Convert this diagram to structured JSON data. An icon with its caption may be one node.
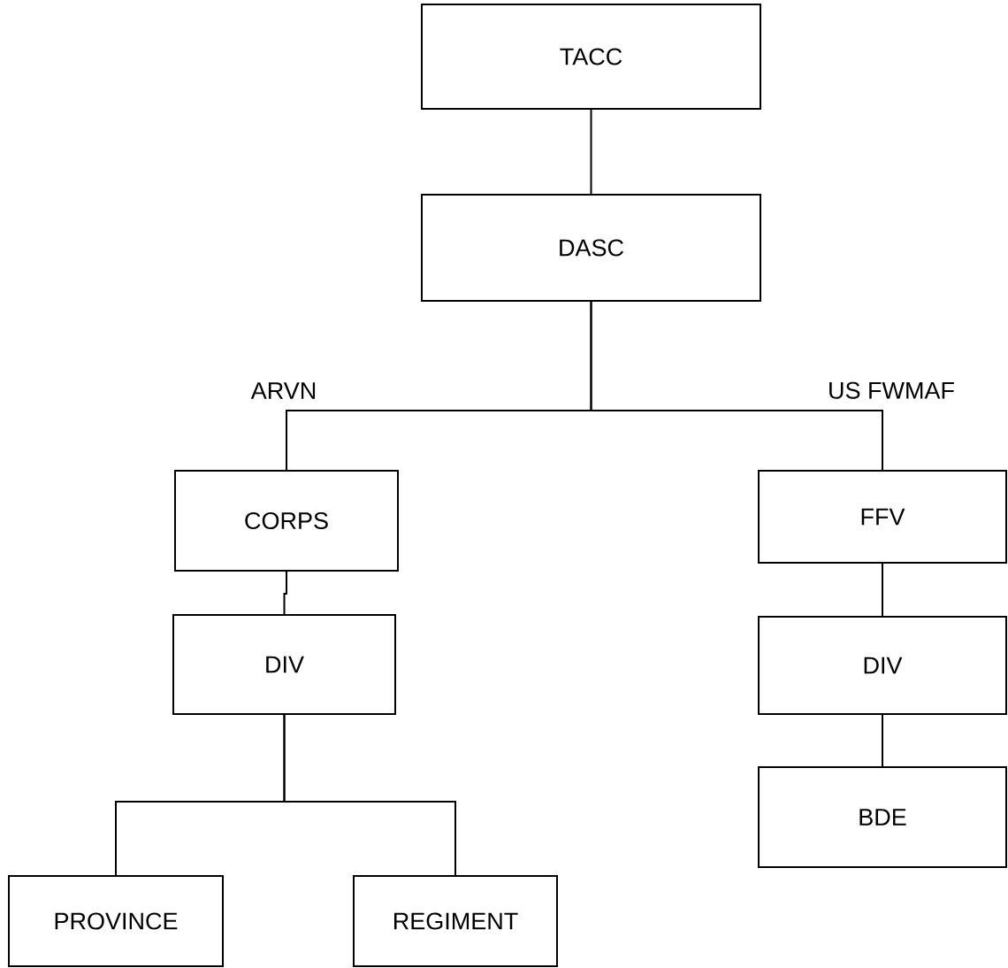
{
  "diagram": {
    "nodes": [
      {
        "text": [
          "TACC"
        ]
      },
      {
        "text": [
          "DASC"
        ]
      },
      {
        "text": [
          "CORPS"
        ]
      },
      {
        "text": [
          "DIV"
        ]
      },
      {
        "text": [
          "PROVINCE"
        ]
      },
      {
        "text": [
          "REGIMENT"
        ]
      },
      {
        "text": [
          "FFV"
        ]
      },
      {
        "text": [
          "DIV"
        ]
      },
      {
        "text": [
          "BDE"
        ]
      }
    ],
    "edges": [
      {
        "from": 0,
        "to": 1,
        "arrow": "none"
      },
      {
        "from": 1,
        "to": 2,
        "arrow": "none",
        "label": "ARVN"
      },
      {
        "from": 1,
        "to": 6,
        "arrow": "none",
        "label": "US FWMAF"
      },
      {
        "from": 2,
        "to": 3,
        "arrow": "none"
      },
      {
        "from": 3,
        "to": 4,
        "arrow": "none"
      },
      {
        "from": 3,
        "to": 5,
        "arrow": "none"
      },
      {
        "from": 6,
        "to": 7,
        "arrow": "none"
      },
      {
        "from": 7,
        "to": 8,
        "arrow": "none"
      }
    ]
  }
}
